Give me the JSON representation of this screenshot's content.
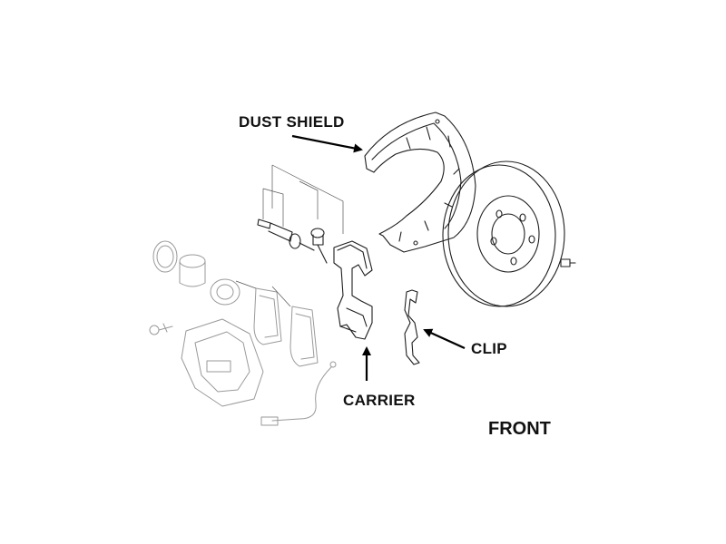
{
  "callouts": {
    "dust_shield": "DUST SHIELD",
    "carrier": "CARRIER",
    "clip": "CLIP"
  },
  "view_label": "FRONT",
  "colors": {
    "line": "#1e1e1e",
    "faded_line": "#9a9a9a",
    "label": "#111111",
    "background": "#ffffff"
  }
}
